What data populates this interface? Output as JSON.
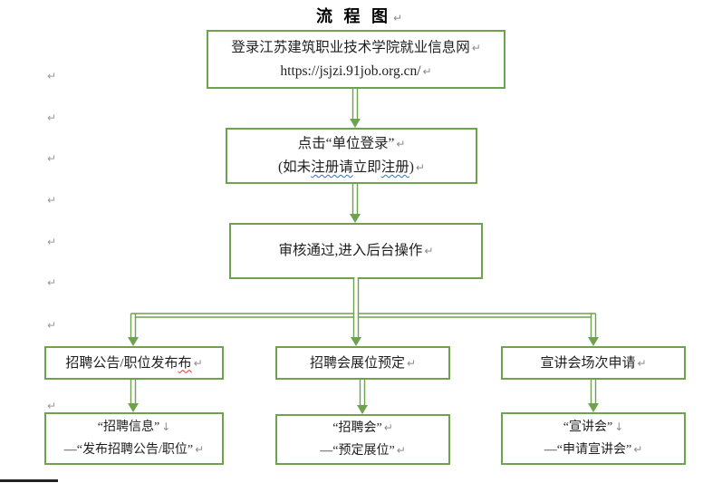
{
  "title": {
    "text": "流 程 图"
  },
  "marks": {
    "pilcrow": "↵",
    "linebreak": "↓"
  },
  "colors": {
    "shape_green": "#6FA24E",
    "mark_gray": "#8c8c8c",
    "spellcheck_blue": "#2e6fe0",
    "spellcheck_red": "#e0322e"
  },
  "flow": {
    "login": {
      "line1": "登录江苏建筑职业技术学院就业信息网",
      "line2": "https://jsjzi.91job.org.cn/"
    },
    "unit_login": {
      "line1": "点击“单位登录”",
      "line2_seg1": "(如未",
      "line2_wavy1": "注册请",
      "line2_seg2": "立即",
      "line2_wavy2": "注册",
      "line2_seg3": ")"
    },
    "review": {
      "line1": "审核通过,进入后台操作"
    },
    "branch_left": {
      "text": "招聘公告/职位发布",
      "text_wavy": "布"
    },
    "branch_center": {
      "text": "招聘会展位预定"
    },
    "branch_right": {
      "text": "宣讲会场次申请"
    },
    "leaf_left": {
      "line1": "“招聘信息”",
      "line2": "—“发布招聘公告/职位”"
    },
    "leaf_center": {
      "line1": "“招聘会”",
      "line2": "—“预定展位”"
    },
    "leaf_right": {
      "line1": "“宣讲会”",
      "line2": "—“申请宣讲会”"
    }
  }
}
